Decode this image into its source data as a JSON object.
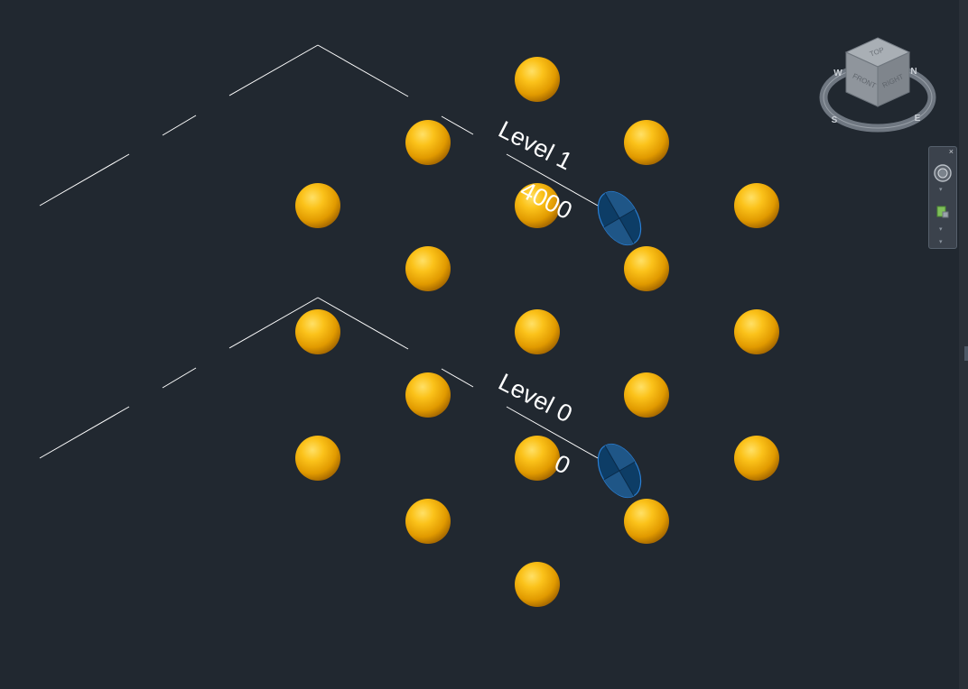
{
  "viewport": {
    "background": "#212830",
    "sphere_color": "#f5b400",
    "line_color": "#ffffff",
    "marker_fill": "#0d3d66",
    "marker_stroke": "#2a7fd4"
  },
  "levels": [
    {
      "name": "Level 1",
      "elevation": "4000"
    },
    {
      "name": "Level 0",
      "elevation": "0"
    }
  ],
  "viewcube": {
    "top_face": "TOP",
    "front_face": "FRONT",
    "right_face": "RIGHT",
    "compass_w": "W",
    "compass_s": "S",
    "compass_e": "E",
    "compass_n": "N"
  },
  "navigation_bar": {
    "close_glyph": "×",
    "wheel_icon": "steering-wheel-icon",
    "pan_icon": "pan-icon",
    "expand_glyph": "▾"
  }
}
